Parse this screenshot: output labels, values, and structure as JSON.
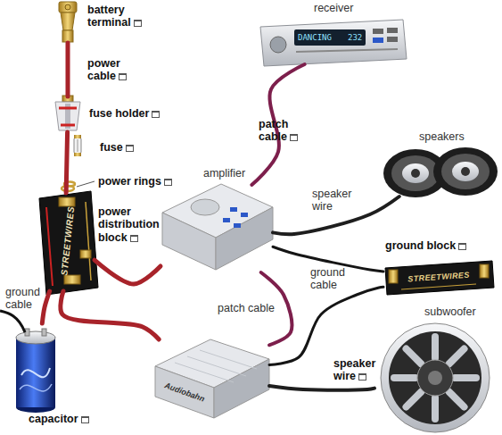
{
  "diagram": {
    "nodes": [
      {
        "text": [
          "battery terminal"
        ]
      },
      {
        "text": [
          "fuse holder"
        ]
      },
      {
        "text": [
          "fuse"
        ]
      },
      {
        "text": [
          "power distribution block"
        ]
      },
      {
        "text": [
          "receiver"
        ]
      },
      {
        "text": [
          "speakers"
        ]
      },
      {
        "text": [
          "amplifier"
        ]
      },
      {
        "text": [
          "ground block"
        ]
      },
      {
        "text": [
          "subwoofer"
        ]
      },
      {
        "text": [
          "capacitor"
        ]
      },
      {
        "text": [
          "Audiobahn"
        ]
      }
    ],
    "edges": [
      {
        "from": 0,
        "to": 1,
        "label": "power cable",
        "arrow": "none"
      },
      {
        "from": 1,
        "to": 3,
        "arrow": "none"
      },
      {
        "from": 3,
        "to": 6,
        "arrow": "none"
      },
      {
        "from": 3,
        "to": 10,
        "arrow": "none"
      },
      {
        "from": 3,
        "to": 9,
        "arrow": "none"
      },
      {
        "from": 4,
        "to": 6,
        "label": "patch cable",
        "arrow": "none"
      },
      {
        "from": 6,
        "to": 5,
        "label": "speaker wire",
        "arrow": "none"
      },
      {
        "from": 6,
        "to": 7,
        "arrow": "none"
      },
      {
        "from": 6,
        "to": 10,
        "label": "patch cable",
        "arrow": "none"
      },
      {
        "from": 10,
        "to": 7,
        "label": "ground cable",
        "arrow": "none"
      },
      {
        "from": 10,
        "to": 8,
        "label": "speaker wire",
        "arrow": "none"
      }
    ],
    "labels": [
      "power rings",
      "ground cable",
      "STREETWIRES",
      "STREETWIRES",
      "DANCING",
      "232"
    ]
  }
}
